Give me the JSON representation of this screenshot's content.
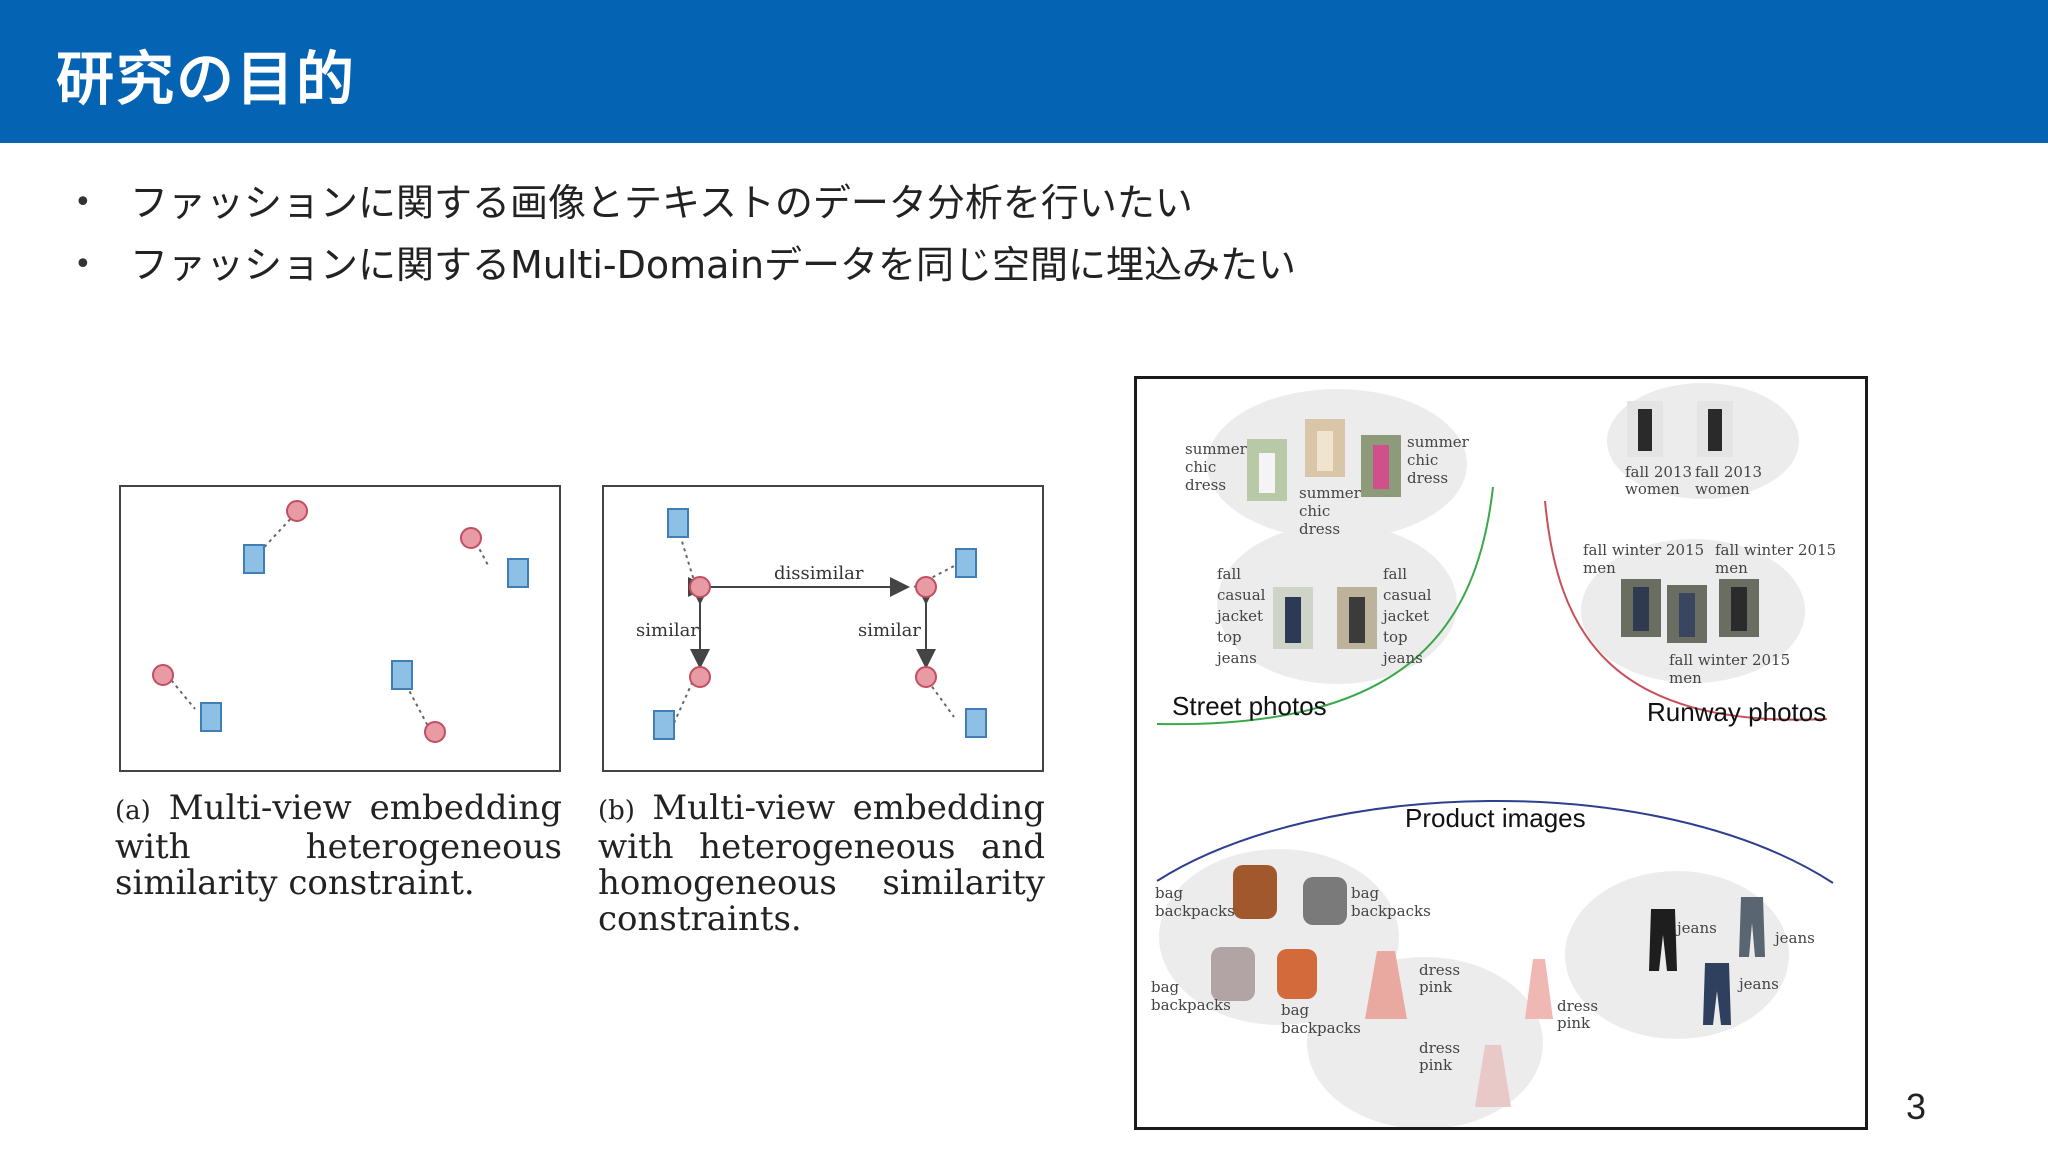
{
  "slide": {
    "title": "研究の目的",
    "page_number": "3",
    "bullets": [
      "ファッションに関する画像とテキストのデータ分析を行いたい",
      "ファッションに関するMulti-Domainデータを同じ空間に埋込みたい"
    ]
  },
  "figure_a": {
    "caption_label": "(a)",
    "caption": "Multi-view embedding with heterogeneous similarity constraint."
  },
  "figure_b": {
    "caption_label": "(b)",
    "caption": "Multi-view embedding with heterogeneous and homogeneous similarity constraints.",
    "label_dissimilar": "dissimilar",
    "label_similar_left": "similar",
    "label_similar_right": "similar"
  },
  "figure_right": {
    "street_label": "Street photos",
    "runway_label": "Runway photos",
    "product_label": "Product images",
    "street_tags": {
      "dress_a": [
        "summer",
        "chic",
        "dress"
      ],
      "dress_b": [
        "summer",
        "chic",
        "dress"
      ],
      "dress_c": [
        "summer",
        "chic",
        "dress"
      ],
      "jacket_a": [
        "fall",
        "casual",
        "jacket",
        "top",
        "jeans"
      ],
      "jacket_b": [
        "fall",
        "casual",
        "jacket",
        "top",
        "jeans"
      ]
    },
    "runway_tags": {
      "women_a": [
        "fall 2013",
        "women"
      ],
      "women_b": [
        "fall 2013",
        "women"
      ],
      "men_a": [
        "fall winter 2015",
        "men"
      ],
      "men_b": [
        "fall winter 2015",
        "men"
      ],
      "men_c": [
        "fall winter 2015",
        "men"
      ]
    },
    "product_tags": {
      "bag_a": [
        "bag",
        "backpacks"
      ],
      "bag_b": [
        "bag",
        "backpacks"
      ],
      "bag_c": [
        "bag",
        "backpacks"
      ],
      "bag_d": [
        "bag",
        "backpacks"
      ],
      "dress_a": [
        "dress",
        "pink"
      ],
      "dress_b": [
        "dress",
        "pink"
      ],
      "dress_c": [
        "dress",
        "pink"
      ],
      "jeans_a": "jeans",
      "jeans_b": "jeans",
      "jeans_c": "jeans"
    }
  },
  "colors": {
    "header": "#0563b4",
    "circle_fill": "#e89aa5",
    "square_fill": "#8ec0e6",
    "street_curve": "#3aa84a",
    "runway_curve": "#c9505a",
    "product_curve": "#2f3f8f"
  }
}
